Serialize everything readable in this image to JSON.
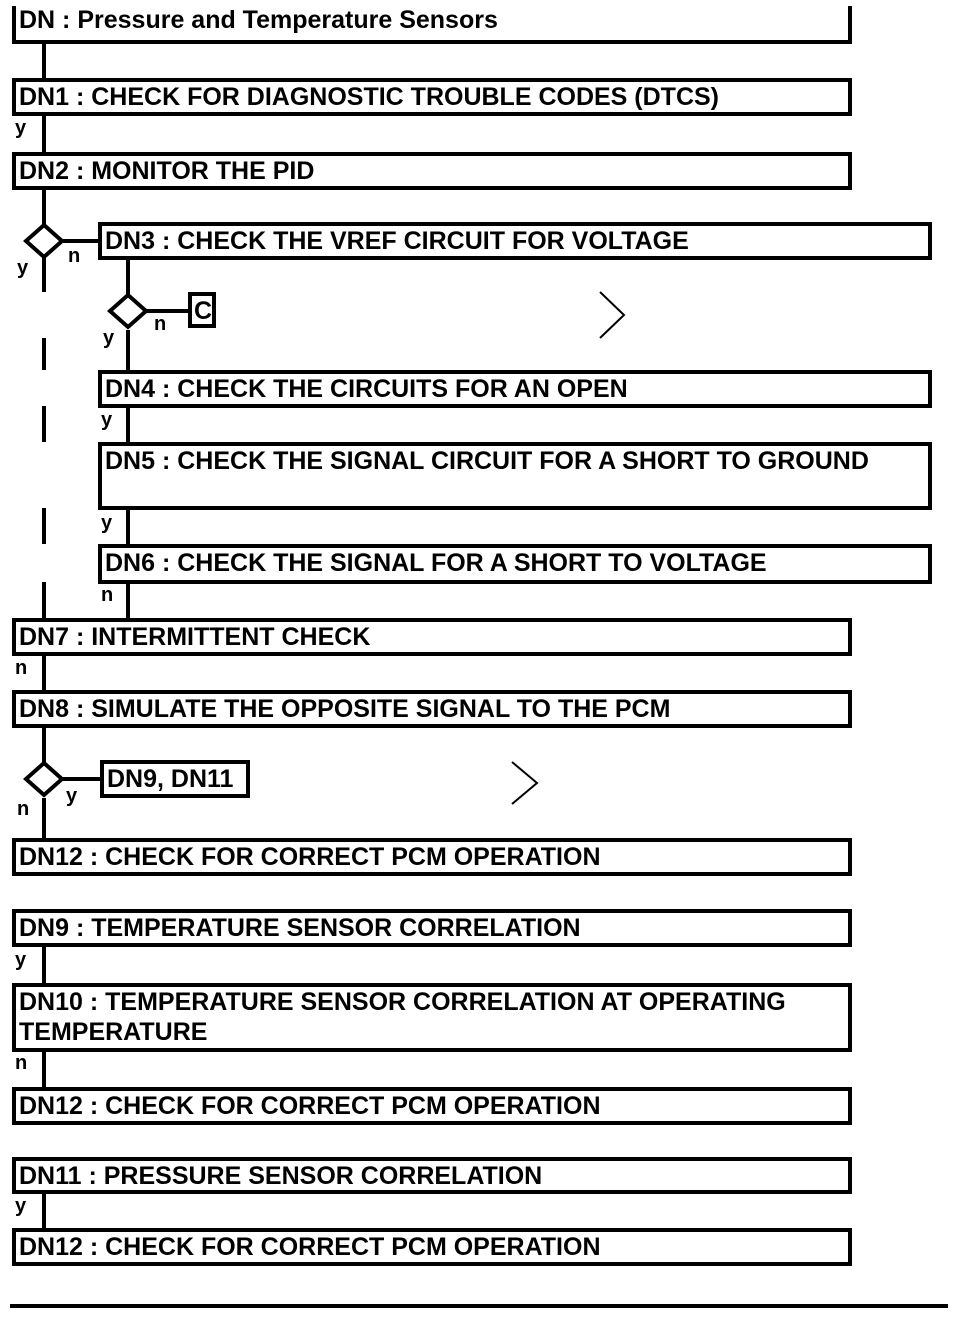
{
  "title": "DN : Pressure and Temperature Sensors",
  "steps": {
    "dn1": "DN1 : CHECK FOR DIAGNOSTIC TROUBLE CODES (DTCS)",
    "dn2": "DN2 : MONITOR THE PID",
    "dn3": "DN3 : CHECK THE VREF CIRCUIT FOR VOLTAGE",
    "c": "C",
    "dn4": "DN4 : CHECK THE CIRCUITS FOR AN OPEN",
    "dn5": "DN5 : CHECK THE SIGNAL CIRCUIT FOR A SHORT TO GROUND",
    "dn6": "DN6 : CHECK THE SIGNAL FOR A SHORT TO VOLTAGE",
    "dn7": "DN7 : INTERMITTENT CHECK",
    "dn8": "DN8 : SIMULATE THE OPPOSITE SIGNAL TO THE PCM",
    "dn9_dn11": "DN9, DN11",
    "dn12a": "DN12 : CHECK FOR CORRECT PCM OPERATION",
    "dn9": "DN9 : TEMPERATURE SENSOR CORRELATION",
    "dn10": "DN10 : TEMPERATURE SENSOR CORRELATION AT OPERATING TEMPERATURE",
    "dn12b": "DN12 : CHECK FOR CORRECT PCM OPERATION",
    "dn11": "DN11 : PRESSURE SENSOR CORRELATION",
    "dn12c": "DN12 : CHECK FOR CORRECT PCM OPERATION"
  },
  "labels": {
    "y": "y",
    "n": "n"
  }
}
